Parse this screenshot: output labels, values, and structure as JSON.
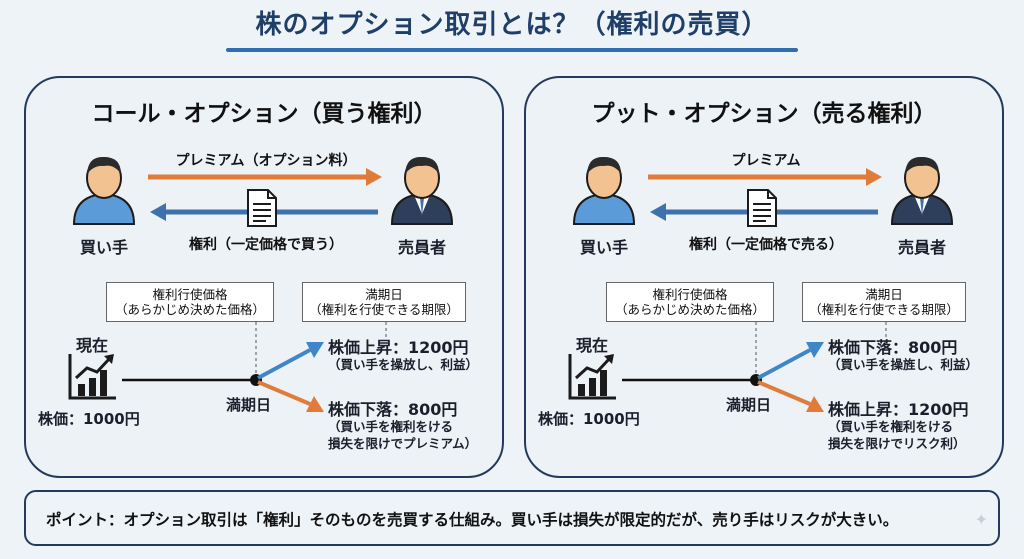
{
  "title": "株のオプション取引とは？（権利の売買）",
  "panels": [
    {
      "title": "コール・オプション（買う権利）",
      "buyer_label": "買い手",
      "seller_label": "売員者",
      "premium_label": "プレミアム（オプション料）",
      "right_label": "権利（一定価格で買う）",
      "strike_callout_line1": "権利行使価格",
      "strike_callout_line2": "（あらかじめ決めた価格）",
      "expiry_callout_line1": "満期日",
      "expiry_callout_line2": "（権利を行使できる期限）",
      "now_label": "現在",
      "stock_price_label": "株価：1000円",
      "expiry_label": "満期日",
      "up_outcome": "株価上昇：1200円",
      "up_note": "（買い手を操放し、利益）",
      "down_outcome": "株価下落：800円",
      "down_note_line1": "（買い手を権利をける",
      "down_note_line2": "損失を限けでプレミアム）"
    },
    {
      "title": "プット・オプション（売る権利）",
      "buyer_label": "買い手",
      "seller_label": "売員者",
      "premium_label": "プレミアム",
      "right_label": "権利（一定価格で売る）",
      "strike_callout_line1": "権利行使価格",
      "strike_callout_line2": "（あらかじめ決めた価格）",
      "expiry_callout_line1": "満期日",
      "expiry_callout_line2": "（権利を行使できる期限）",
      "now_label": "現在",
      "stock_price_label": "株価：1000円",
      "expiry_label": "満期日",
      "up_outcome": "株価下落：800円",
      "up_note": "（買い手を操旌し、利益）",
      "down_outcome": "株価上昇：1200円",
      "down_note_line1": "（買い手を権利をける",
      "down_note_line2": "損失を限けでリスク利）"
    }
  ],
  "point": "ポイント：オプション取引は「権利」そのものを売買する仕組み。買い手は損失が限定的だが、売り手はリスクが大きい。",
  "colors": {
    "premium_arrow": "#e07b39",
    "right_arrow": "#3f72ad",
    "up_arrow": "#3f86c8",
    "down_arrow": "#e07b39",
    "buyer_shirt": "#5a9bd8",
    "seller_suit": "#2e3f5c",
    "skin": "#f2c291",
    "hair": "#2b2b2b"
  },
  "icons": [
    "buyer-person-icon",
    "seller-person-icon",
    "document-icon",
    "stock-chart-icon"
  ]
}
